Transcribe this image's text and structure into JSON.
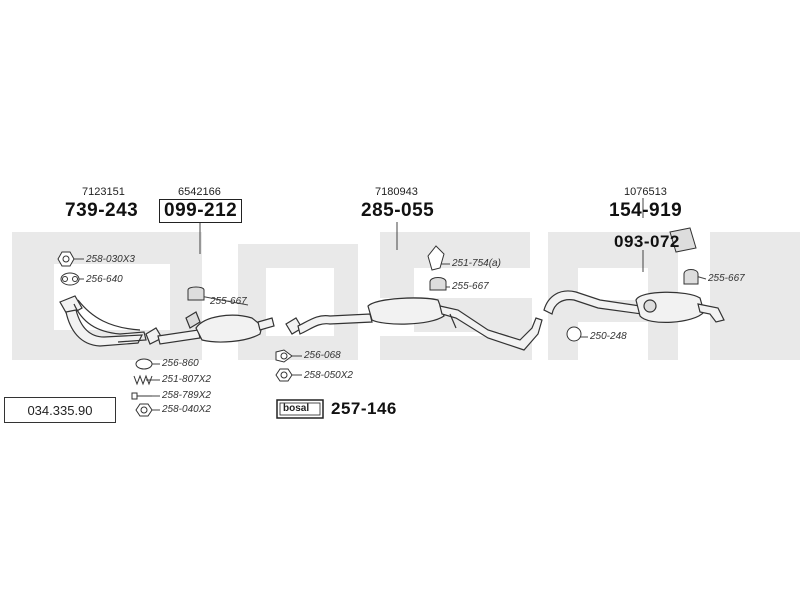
{
  "kit_number": "034.335.90",
  "refs": [
    "7123151",
    "6542166",
    "7180943",
    "1076513"
  ],
  "main_parts": [
    "739-243",
    "099-212",
    "285-055",
    "154-919",
    "093-072",
    "257-146"
  ],
  "parts": [
    "258-030X3",
    "256-640",
    "255-667",
    "256-860",
    "251-807X2",
    "258-789X2",
    "258-040X2",
    "256-068",
    "258-050X2",
    "251-754(a)",
    "255-667",
    "250-248",
    "255-667"
  ],
  "brand_logo": "bosal",
  "colors": {
    "watermark": "#e9e9e9",
    "line": "#333333",
    "pipe_fill": "#f2f2f2"
  }
}
